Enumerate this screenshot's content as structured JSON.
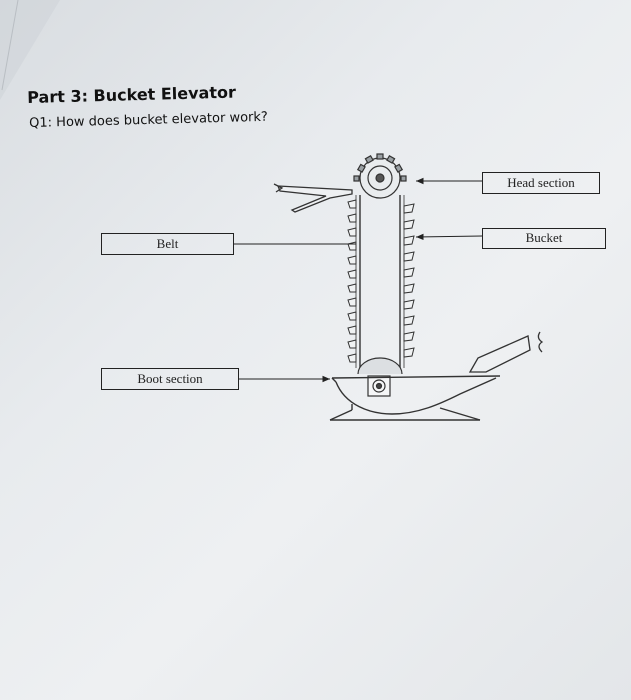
{
  "document": {
    "title": "Part 3: Bucket Elevator",
    "question": "Q1: How does bucket elevator work?"
  },
  "diagram": {
    "labels": {
      "head_section": "Head section",
      "bucket": "Bucket",
      "belt": "Belt",
      "boot_section": "Boot section"
    }
  }
}
